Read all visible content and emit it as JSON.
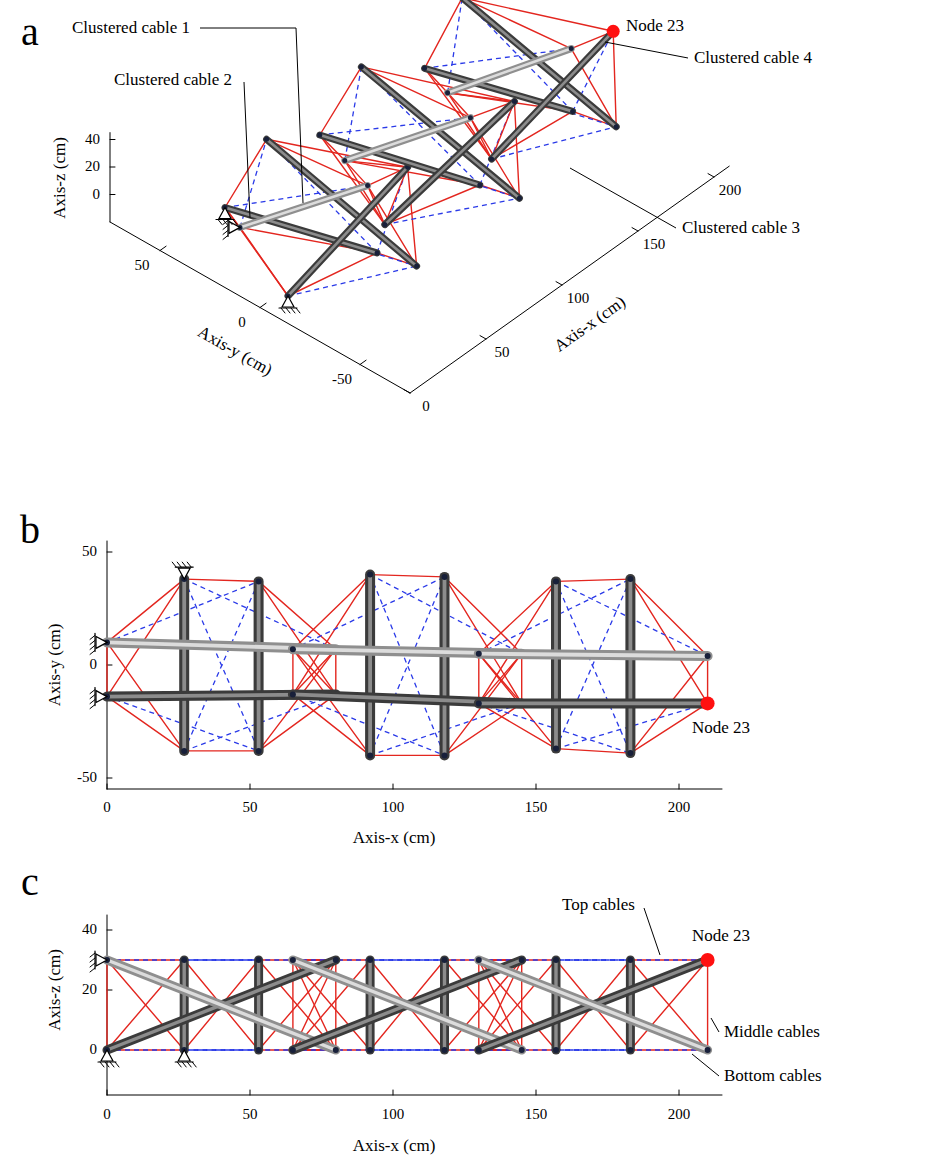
{
  "diagram": {
    "labels": [
      "a",
      "Clustered cable 1",
      "Clustered cable 2",
      "Node 23",
      "Clustered cable 4",
      "Clustered cable 3",
      "Axis-z (cm)",
      "40",
      "20",
      "0",
      "50",
      "Axis-y (cm)",
      "0",
      "-50",
      "0",
      "50",
      "100",
      "150",
      "200",
      "Axis-x (cm)",
      "b",
      "50",
      "Axis-y (cm)",
      "0",
      "-50",
      "Node 23",
      "0",
      "50",
      "100",
      "150",
      "200",
      "Axis-x (cm)",
      "c",
      "40",
      "Axis-z (cm)",
      "20",
      "0",
      "Top cables",
      "Node 23",
      "Middle cables",
      "Bottom cables",
      "0",
      "50",
      "100",
      "150",
      "200",
      "Axis-x (cm)"
    ]
  }
}
